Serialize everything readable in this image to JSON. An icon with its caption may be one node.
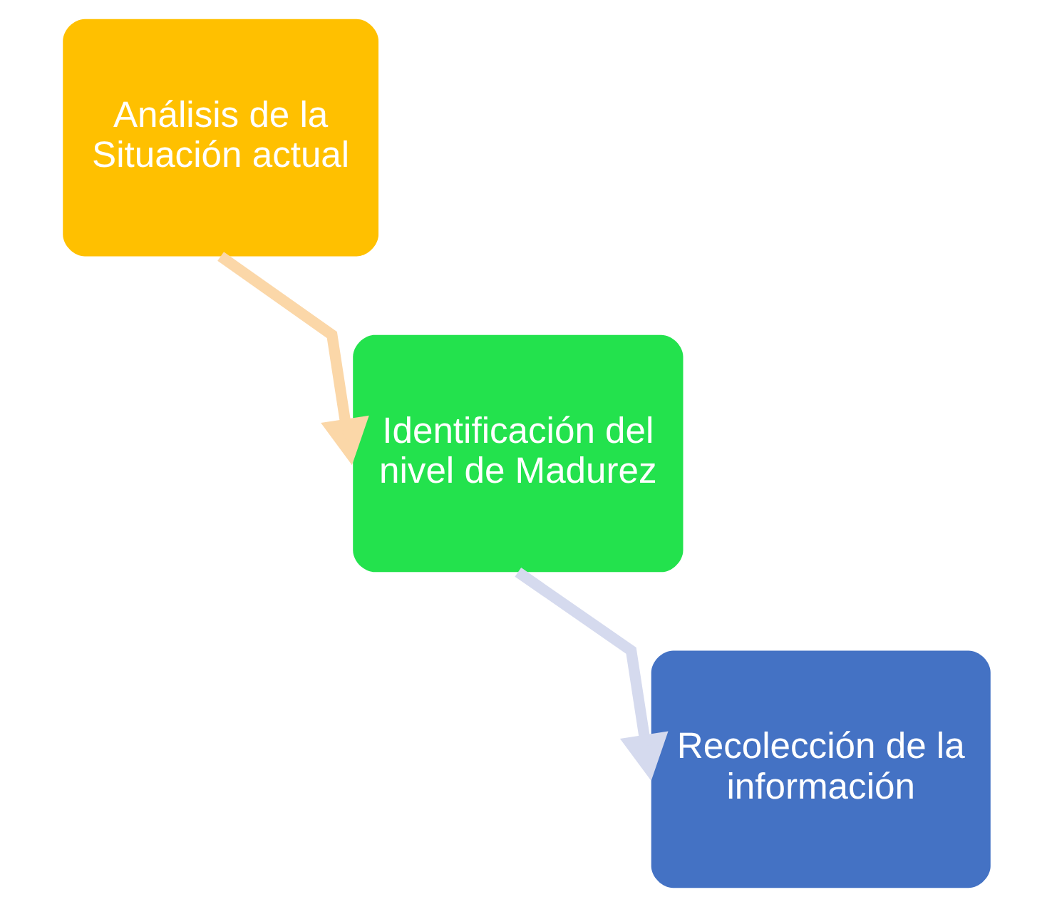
{
  "diagram": {
    "nodes": [
      {
        "text": [
          "Análisis de la Situación actual"
        ]
      },
      {
        "text": [
          "Identificación del nivel de Madurez"
        ]
      },
      {
        "text": [
          "Recolección de la información"
        ]
      }
    ],
    "edges": [
      {
        "from": 0,
        "to": 1,
        "arrow": "to",
        "color": "#fbd7a8"
      },
      {
        "from": 1,
        "to": 2,
        "arrow": "to",
        "color": "#d5daee"
      }
    ]
  }
}
